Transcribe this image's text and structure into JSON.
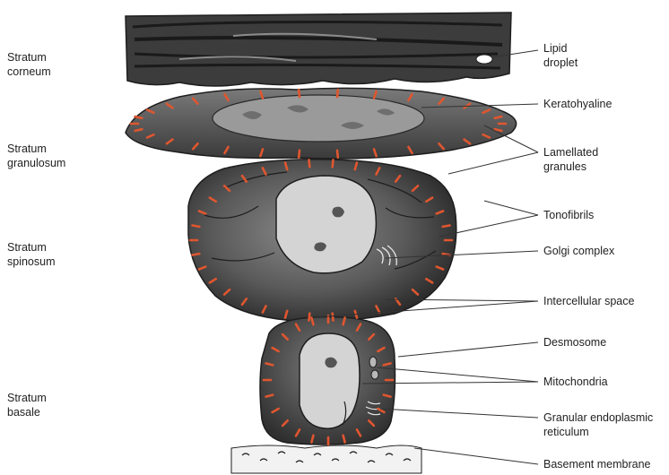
{
  "layers": [
    {
      "id": "corneum",
      "label": "Stratum\ncorneum"
    },
    {
      "id": "granulosum",
      "label": "Stratum\ngranulosum"
    },
    {
      "id": "spinosum",
      "label": "Stratum\nspinosum"
    },
    {
      "id": "basale",
      "label": "Stratum\nbasale"
    }
  ],
  "callouts": [
    {
      "id": "lipid",
      "label": "Lipid\ndroplet"
    },
    {
      "id": "keratohyaline",
      "label": "Keratohyaline"
    },
    {
      "id": "lamellated",
      "label": "Lamellated\ngranules"
    },
    {
      "id": "tonofibrils",
      "label": "Tonofibrils"
    },
    {
      "id": "golgi",
      "label": "Golgi complex"
    },
    {
      "id": "intercellular",
      "label": "Intercellular space"
    },
    {
      "id": "desmosome",
      "label": "Desmosome"
    },
    {
      "id": "mitochondria",
      "label": "Mitochondria"
    },
    {
      "id": "granular-er",
      "label": "Granular endoplasmic\nreticulum"
    },
    {
      "id": "basement",
      "label": "Basement membrane"
    }
  ],
  "colors": {
    "desmosome": "#e0562f",
    "cell_dark": "#3a3a3a",
    "cell_mid": "#6a6a6a",
    "nucleus": "#d4d4d4",
    "keratohyaline": "#9a9a9a",
    "leader": "#333333"
  }
}
